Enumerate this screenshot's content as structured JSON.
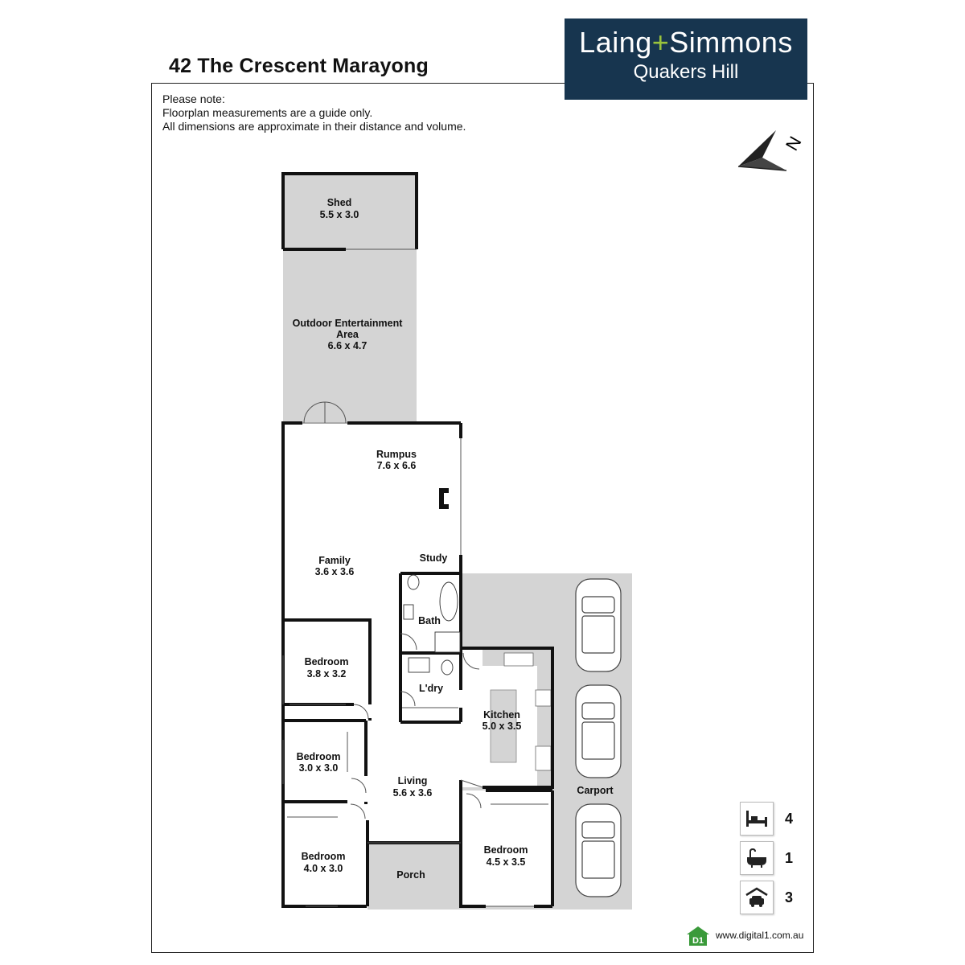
{
  "header": {
    "address": "42 The Crescent Marayong"
  },
  "logo": {
    "brand_left": "Laing",
    "brand_plus": "+",
    "brand_right": "Simmons",
    "branch": "Quakers Hill"
  },
  "note": {
    "line1": "Please note:",
    "line2": "Floorplan measurements are a guide only.",
    "line3": "All dimensions are approximate in their distance and volume."
  },
  "compass": {
    "letter": "N"
  },
  "rooms": {
    "shed": {
      "name": "Shed",
      "dims": "5.5 x 3.0"
    },
    "outdoor": {
      "name1": "Outdoor Entertainment",
      "name2": "Area",
      "dims": "6.6 x 4.7"
    },
    "rumpus": {
      "name": "Rumpus",
      "dims": "7.6 x 6.6"
    },
    "family": {
      "name": "Family",
      "dims": "3.6 x 3.6"
    },
    "study": {
      "name": "Study"
    },
    "bath": {
      "name": "Bath"
    },
    "laundry": {
      "name": "L'dry"
    },
    "bed1": {
      "name": "Bedroom",
      "dims": "3.8 x 3.2"
    },
    "bed2": {
      "name": "Bedroom",
      "dims": "3.0 x 3.0"
    },
    "bed3": {
      "name": "Bedroom",
      "dims": "4.0 x 3.0"
    },
    "bed4": {
      "name": "Bedroom",
      "dims": "4.5 x 3.5"
    },
    "kitchen": {
      "name": "Kitchen",
      "dims": "5.0 x 3.5"
    },
    "living": {
      "name": "Living",
      "dims": "5.6 x 3.6"
    },
    "porch": {
      "name": "Porch"
    },
    "carport": {
      "name": "Carport"
    }
  },
  "summary": {
    "bedrooms": "4",
    "bathrooms": "1",
    "parking": "3"
  },
  "footer": {
    "badge": "D1",
    "website": "www.digital1.com.au"
  },
  "colors": {
    "brand_navy": "#17354f",
    "brand_green": "#9ac33c",
    "floor_grey": "#d4d4d4",
    "wall": "#111111"
  }
}
